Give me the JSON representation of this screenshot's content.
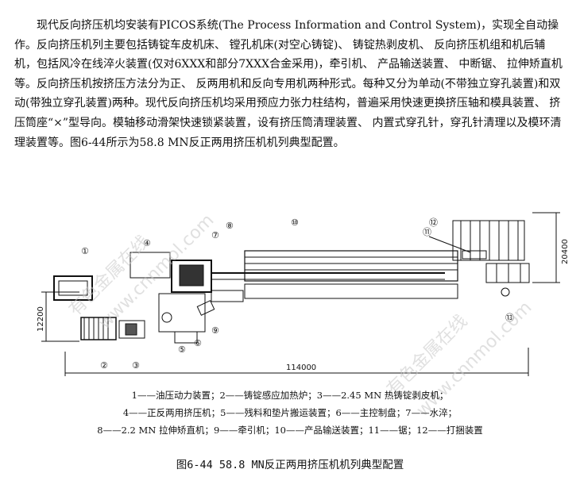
{
  "document": {
    "paragraph": "现代反向挤压机均安装有PICOS系统(The Process Information and Control System)，实现全自动操作。反向挤压机列主要包括铸锭车皮机床、 镗孔机床(对空心铸锭)、 铸锭热剥皮机、 反向挤压机组和机后辅机，包括风冷在线淬火装置(仅对6XXX和部分7XXX合金采用)，牵引机、 产品输送装置、 中断锯、 拉伸矫直机等。反向挤压机按挤压方法分为正、 反两用机和反向专用机两种形式。每种又分为单动(不带独立穿孔装置)和双动(带独立穿孔装置)两种。现代反向挤压机均采用预应力张力柱结构，普遍采用快速更换挤压轴和模具装置、 挤压筒座“×”型导向。模轴移动滑架快速锁紧装置，设有挤压筒清理装置、 内置式穿孔针，穿孔针清理以及模环清理装置等。图6-44所示为58.8 MN反正两用挤压机机列典型配置。",
    "figure": {
      "dimensions": {
        "total_length": "114000",
        "left_height": "12200",
        "right_height": "20400"
      },
      "callouts": [
        "①",
        "②",
        "③",
        "④",
        "⑤",
        "⑥",
        "⑦",
        "⑧",
        "⑨",
        "⑩",
        "⑪",
        "⑫",
        "⑬"
      ],
      "legend_line1": "1——油压动力装置；2——铸锭感应加热炉；3——2.45 MN 热铸锭剥皮机；",
      "legend_line2": "4——正反两用挤压机；5——残料和垫片搬运装置；6——主控制盘；7——水淬；",
      "legend_line3": "8——2.2 MN 拉伸矫直机；9——牵引机；10——产品输送装置；11——锯；12——打捆装置",
      "watermark1": "有色金属在线",
      "watermark2": "www.cnnmol.com"
    },
    "caption": "图6-44 58.8 MN反正两用挤压机机列典型配置"
  }
}
